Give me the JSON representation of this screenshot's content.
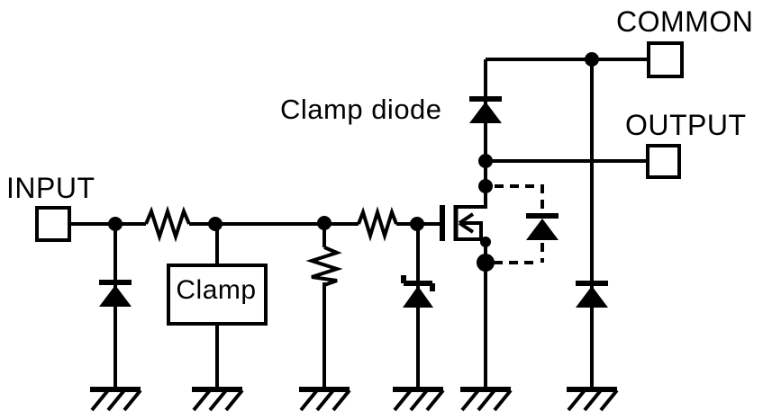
{
  "diagram": {
    "type": "circuit-schematic",
    "background_color": "#ffffff",
    "line_color": "#000000",
    "labels": {
      "input": "INPUT",
      "common": "COMMON",
      "output": "OUTPUT",
      "clamp_diode": "Clamp diode",
      "clamp_box": "Clamp"
    },
    "components": [
      {
        "name": "input-terminal",
        "type": "terminal-pad",
        "label": "INPUT"
      },
      {
        "name": "input-protection-diode",
        "type": "diode-to-ground"
      },
      {
        "name": "series-resistor-1",
        "type": "resistor"
      },
      {
        "name": "clamp-circuit-block",
        "type": "block",
        "label": "Clamp"
      },
      {
        "name": "shunt-resistor",
        "type": "resistor-to-ground"
      },
      {
        "name": "series-resistor-2",
        "type": "resistor"
      },
      {
        "name": "gate-zener-diode",
        "type": "zener-diode-to-ground"
      },
      {
        "name": "mosfet",
        "type": "n-channel-mosfet"
      },
      {
        "name": "body-diode",
        "type": "diode-dashed"
      },
      {
        "name": "clamp-diode",
        "type": "diode",
        "label": "Clamp diode"
      },
      {
        "name": "output-diode",
        "type": "diode-to-ground"
      },
      {
        "name": "common-terminal",
        "type": "terminal-pad",
        "label": "COMMON"
      },
      {
        "name": "output-terminal",
        "type": "terminal-pad",
        "label": "OUTPUT"
      },
      {
        "name": "ground-symbol",
        "count": 6
      }
    ]
  }
}
